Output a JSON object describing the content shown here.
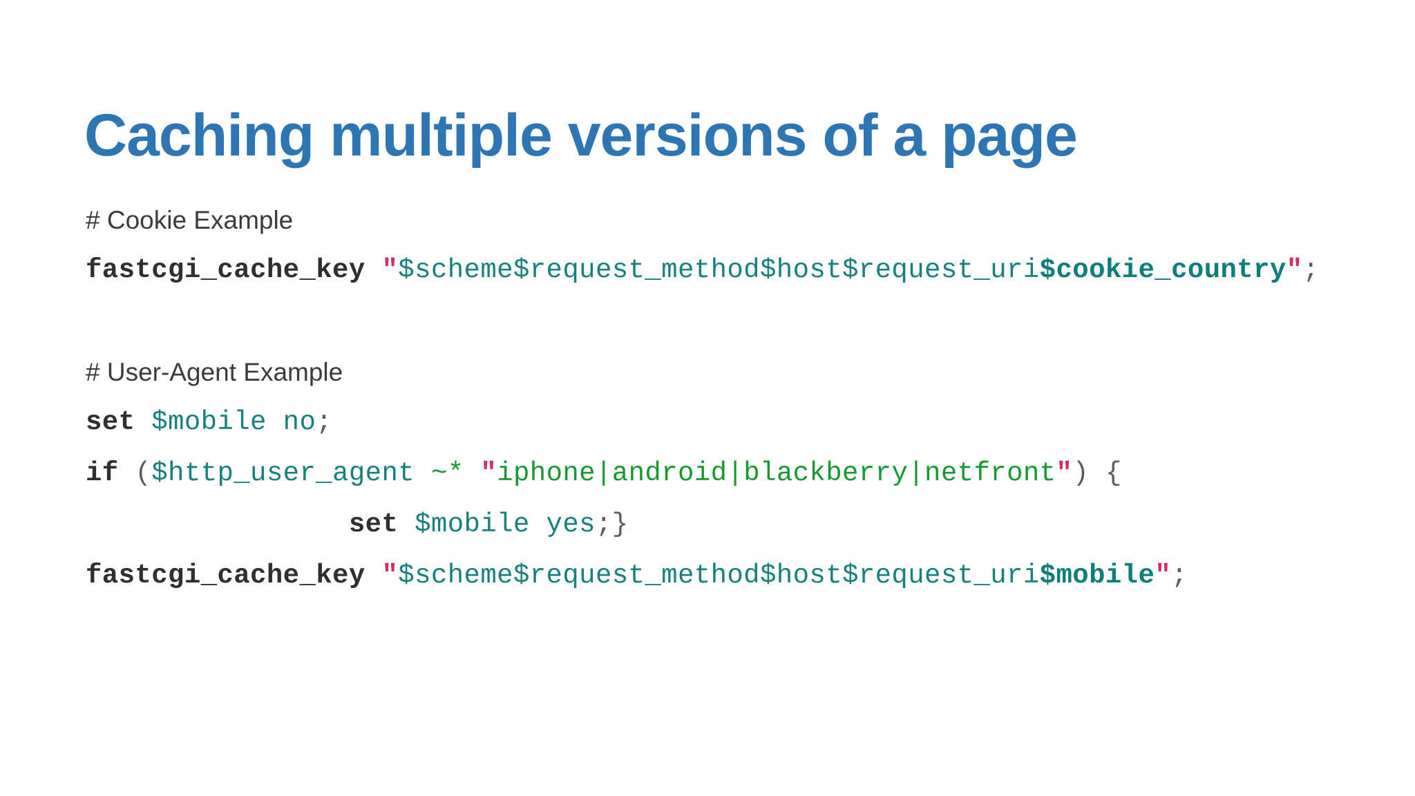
{
  "slide": {
    "title": "Caching multiple versions of a page",
    "title_color": "#2E75B6",
    "background_color": "#FFFFFF"
  },
  "palette": {
    "keyword": "#2F2F2F",
    "variable": "#17807F",
    "variable_bold": "#0E7E7C",
    "string": "#17807F",
    "regex": "#16992F",
    "quote": "#D22D5C",
    "punctuation": "#5C5C5C",
    "comment": "#3B3B3B"
  },
  "code": {
    "cookie_comment": "# Cookie Example",
    "useragent_comment": "# User-Agent Example",
    "line_cookie_cache_key": {
      "directive": "fastcgi_cache_key",
      "space": " ",
      "open_quote": "\"",
      "string_plain": "$scheme$request_method$host$request_uri",
      "string_bold": "$cookie_country",
      "close_quote": "\"",
      "terminator": ";"
    },
    "line_set_mobile_no": {
      "keyword": "set",
      "space": " ",
      "value": "$mobile no",
      "terminator": ";"
    },
    "line_if": {
      "keyword": "if",
      "space": " ",
      "open_paren": "(",
      "variable": "$http_user_agent",
      "space2": " ",
      "operator": "~*",
      "space3": " ",
      "open_quote": "\"",
      "regex": "iphone|android|blackberry|netfront",
      "close_quote": "\"",
      "close_paren": ")",
      "space4": " ",
      "open_brace": "{"
    },
    "line_set_mobile_yes": {
      "indent": "                ",
      "keyword": "set",
      "space": " ",
      "value": "$mobile yes",
      "terminator": ";}"
    },
    "line_mobile_cache_key": {
      "directive": "fastcgi_cache_key",
      "space": " ",
      "open_quote": "\"",
      "string_plain": "$scheme$request_method$host$request_uri",
      "string_bold": "$mobile",
      "close_quote": "\"",
      "terminator": ";"
    }
  }
}
